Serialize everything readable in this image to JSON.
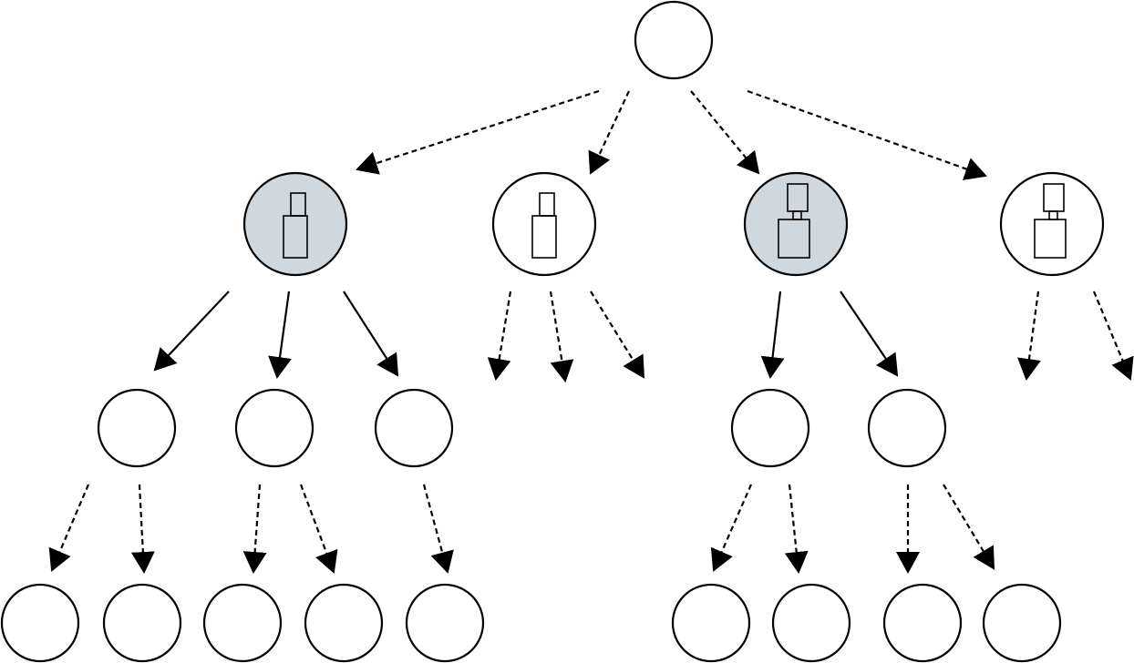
{
  "diagram": {
    "type": "search-tree",
    "colors": {
      "stroke": "#000000",
      "node_fill": "#ffffff",
      "highlight_fill": "#cfd8de"
    },
    "nodes": [
      {
        "id": "root",
        "highlighted": false,
        "icon": "none"
      },
      {
        "id": "l1-a",
        "highlighted": true,
        "icon": "stacked-blocks-offset-icon"
      },
      {
        "id": "l1-b",
        "highlighted": false,
        "icon": "stacked-blocks-offset-icon"
      },
      {
        "id": "l1-c",
        "highlighted": true,
        "icon": "stacked-blocks-connected-icon"
      },
      {
        "id": "l1-d",
        "highlighted": false,
        "icon": "stacked-blocks-connected-icon"
      },
      {
        "id": "l2-a1",
        "highlighted": false,
        "icon": "none"
      },
      {
        "id": "l2-a2",
        "highlighted": false,
        "icon": "none"
      },
      {
        "id": "l2-a3",
        "highlighted": false,
        "icon": "none"
      },
      {
        "id": "l2-c1",
        "highlighted": false,
        "icon": "none"
      },
      {
        "id": "l2-c2",
        "highlighted": false,
        "icon": "none"
      },
      {
        "id": "l3-1",
        "highlighted": false,
        "icon": "none"
      },
      {
        "id": "l3-2",
        "highlighted": false,
        "icon": "none"
      },
      {
        "id": "l3-3",
        "highlighted": false,
        "icon": "none"
      },
      {
        "id": "l3-4",
        "highlighted": false,
        "icon": "none"
      },
      {
        "id": "l3-5",
        "highlighted": false,
        "icon": "none"
      },
      {
        "id": "l3-6",
        "highlighted": false,
        "icon": "none"
      },
      {
        "id": "l3-7",
        "highlighted": false,
        "icon": "none"
      },
      {
        "id": "l3-8",
        "highlighted": false,
        "icon": "none"
      },
      {
        "id": "l3-9",
        "highlighted": false,
        "icon": "none"
      }
    ],
    "edges": [
      {
        "from": "root",
        "to": "l1-a",
        "style": "dashed"
      },
      {
        "from": "root",
        "to": "l1-b",
        "style": "dashed"
      },
      {
        "from": "root",
        "to": "l1-c",
        "style": "dashed"
      },
      {
        "from": "root",
        "to": "l1-d",
        "style": "dashed"
      },
      {
        "from": "l1-a",
        "to": "l2-a1",
        "style": "solid"
      },
      {
        "from": "l1-a",
        "to": "l2-a2",
        "style": "solid"
      },
      {
        "from": "l1-a",
        "to": "l2-a3",
        "style": "solid"
      },
      {
        "from": "l1-b",
        "to": "unexpanded",
        "style": "dashed"
      },
      {
        "from": "l1-b",
        "to": "unexpanded",
        "style": "dashed"
      },
      {
        "from": "l1-b",
        "to": "unexpanded",
        "style": "dashed"
      },
      {
        "from": "l1-c",
        "to": "l2-c1",
        "style": "solid"
      },
      {
        "from": "l1-c",
        "to": "l2-c2",
        "style": "solid"
      },
      {
        "from": "l1-d",
        "to": "unexpanded",
        "style": "dashed"
      },
      {
        "from": "l1-d",
        "to": "unexpanded",
        "style": "dashed"
      },
      {
        "from": "l2-a1",
        "to": "l3-1",
        "style": "dashed"
      },
      {
        "from": "l2-a1",
        "to": "l3-2",
        "style": "dashed"
      },
      {
        "from": "l2-a2",
        "to": "l3-3",
        "style": "dashed"
      },
      {
        "from": "l2-a2",
        "to": "l3-4",
        "style": "dashed"
      },
      {
        "from": "l2-a3",
        "to": "l3-5",
        "style": "dashed"
      },
      {
        "from": "l2-c1",
        "to": "l3-6",
        "style": "dashed"
      },
      {
        "from": "l2-c1",
        "to": "l3-7",
        "style": "dashed"
      },
      {
        "from": "l2-c2",
        "to": "l3-8",
        "style": "dashed"
      },
      {
        "from": "l2-c2",
        "to": "l3-9",
        "style": "dashed"
      }
    ]
  }
}
